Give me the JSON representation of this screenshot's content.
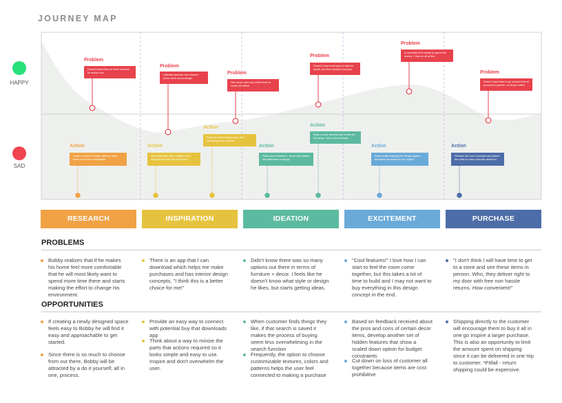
{
  "title": "JOURNEY MAP",
  "mood": {
    "happy_label": "HAPPY",
    "sad_label": "SAD",
    "happy_color": "#27e07a",
    "sad_color": "#f0454e"
  },
  "colors": {
    "problem": "#e8424c",
    "curve_fill": "#eef0ee"
  },
  "phases": [
    {
      "label": "RESEARCH",
      "color": "#f0a245"
    },
    {
      "label": "INSPIRATION",
      "color": "#e6c33f"
    },
    {
      "label": "IDEATION",
      "color": "#5cbaa0"
    },
    {
      "label": "EXCITEMENT",
      "color": "#6aaad8"
    },
    {
      "label": "PURCHASE",
      "color": "#4d6da8"
    }
  ],
  "problem_cards": [
    {
      "title": "Problem",
      "text": "Doesn't spent time at home because he works a lot."
    },
    {
      "title": "Problem",
      "text": "Ultimate bachelor who doesn't know much about design"
    },
    {
      "title": "Problem",
      "text": "Has never used any online tools to create ID before"
    },
    {
      "title": "Problem",
      "text": "Doesn't know what type of style he wants, but likes minimal concepts"
    },
    {
      "title": "Problem",
      "text": "Is uncertain if he wants to spend the money + time on all of this"
    },
    {
      "title": "Problem",
      "text": "Doesn't have time to go out and look at products in person, so shops online"
    }
  ],
  "action_cards": [
    {
      "title": "Action",
      "text": "Looks up interior design sites to make home more feel comfortable"
    },
    {
      "title": "Action",
      "text": "Sees that sites offer multiple room concepts to help him with decor"
    },
    {
      "title": "Action",
      "text": "Starts by downloading apps and uploading room pictures"
    },
    {
      "title": "Action",
      "text": "Finds some furniture + decor that makes him interested in design"
    },
    {
      "title": "Action",
      "text": "Picks a color scheme and a tone for his living + bed room concepts"
    },
    {
      "title": "Action",
      "text": "Starts really enjoying the design aspect and feels connected to the project"
    },
    {
      "title": "Action",
      "text": "Finishes his room concepts and places the order to have products delivered"
    }
  ],
  "problems_heading": "PROBLEMS",
  "problems": [
    "Bobby realizes that if he makes his home feel more comfortable that he will most likely want to spend more time there and starts making the effort to change his environment.",
    "There is an app that I can download which helps me make purchases and has interior design concepts, \"I think this is a better choice for me!\"",
    "Didn't know there was so many options out there in terms of furniture + decor. I feels like he doesn't know what style or design he likes, but starts getting ideas.",
    "\"Cool features!\" I love how I can start to feel the room come together, but this takes a lot of time to build and I may not want to buy everything in this design concept in the end.",
    "\"I don't think I will have time to get to a store and see these items in person. Who, they deliver right to my door with free non hassle returns. How convenient!\""
  ],
  "opportunities_heading": "OPPORTUNITIES",
  "opportunities": [
    [
      "If creating a newly designed space feels easy to Bobby he will find it easy and approachable to get started.",
      "Since there is so much to choose from out there, Bobby will be attracted by a do it yourself, all in one, process."
    ],
    [
      "Provide an easy way to connect with potential buy that downloads app",
      "Think about a way to minize the parts that actions required so it looks simple and easy to use. Inspire and don't overwhelm the user."
    ],
    [
      "When customer finds things they like, if that search is saved it makes the process of buying seem less overwhelming in the search function",
      "Frequently, the option to choose customizable textures, colors and patterns helps the user feel connected to making a purchase"
    ],
    [
      "Based on feedback received about the pros and cons of certain decor items, develop another set of hidden features that show a scaled down option for budget constraints",
      "Cut down on loss of customer all together because items are cost prohibitive"
    ],
    [
      "Shipping directly to the customer will encourage them to buy it all in one go inspire a larger purchase. This is also an opportunity to limit the amount spent on shipping since it can be delivered in one trip to customer. *Pitfall - return shipping could be expensive."
    ]
  ]
}
